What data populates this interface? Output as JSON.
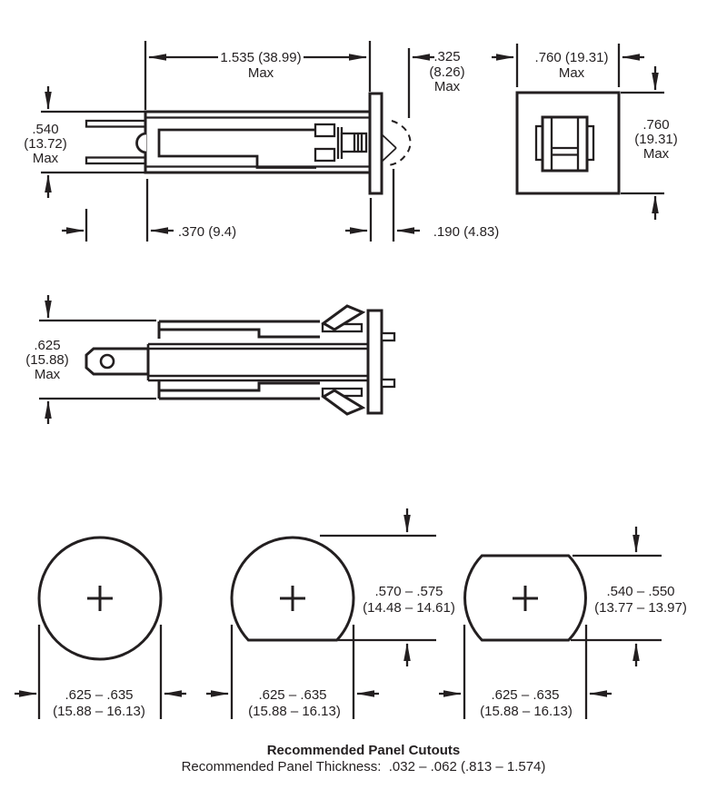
{
  "side_view": {
    "length": "1.535 (38.99)",
    "length_max": "Max",
    "height": ".540",
    "height_mm": "(13.72)",
    "height_max": "Max",
    "terminal_offset": ".370 (9.4)",
    "button": ".325",
    "button_mm": "(8.26)",
    "button_max": "Max",
    "bushing": ".190 (4.83)"
  },
  "front_view": {
    "width": ".760 (19.31)",
    "width_max": "Max",
    "height": ".760",
    "height_mm": "(19.31)",
    "height_max": "Max"
  },
  "plan_view": {
    "height": ".625",
    "height_mm": "(15.88)",
    "height_max": "Max"
  },
  "cutouts": {
    "circle": {
      "width": ".625 – .635",
      "width_mm": "(15.88 – 16.13)"
    },
    "single_flat": {
      "width": ".625 – .635",
      "width_mm": "(15.88 – 16.13)",
      "height": ".570 – .575",
      "height_mm": "(14.48 – 14.61)"
    },
    "double_flat": {
      "width": ".625 – .635",
      "width_mm": "(15.88 – 16.13)",
      "height": ".540 – .550",
      "height_mm": "(13.77 – 13.97)"
    }
  },
  "footer": {
    "title": "Recommended Panel Cutouts",
    "thickness": "Recommended Panel Thickness:  .032 – .062 (.813 – 1.574)"
  },
  "colors": {
    "ink": "#231f20",
    "background": "#ffffff"
  }
}
